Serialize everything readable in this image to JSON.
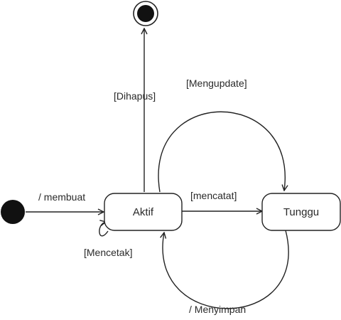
{
  "states": {
    "aktif": "Aktif",
    "tunggu": "Tunggu"
  },
  "transitions": {
    "create": "/ membuat",
    "delete": "[Dihapus]",
    "update": "[Mengupdate]",
    "record": "[mencatat]",
    "print": "[Mencetak]",
    "save": "/ Menyimpan"
  }
}
